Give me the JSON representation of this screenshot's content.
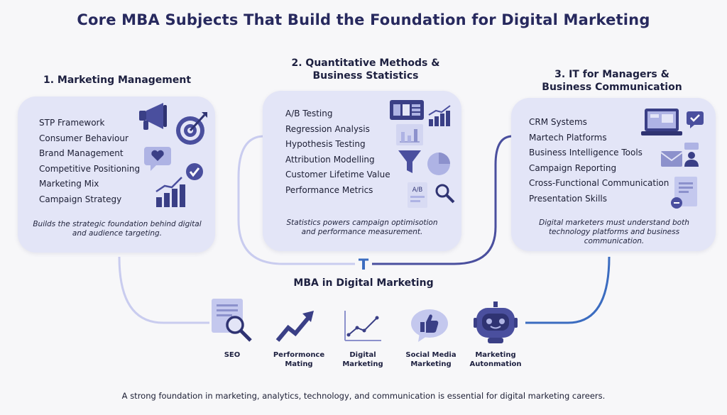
{
  "title": "Core MBA Subjects That Build the Foundation for Digital Marketing",
  "columns": [
    {
      "heading": "1. Marketing Management",
      "items": [
        "STP Framework",
        "Consumer Behaviour",
        "Brand Management",
        "Competitive Positioning",
        "Marketing Mix",
        "Campaign Strategy"
      ],
      "note": "Builds the strategic foundation behind digital and audience targeting.",
      "icons": [
        "megaphone-icon",
        "target-icon",
        "heart-chat-icon",
        "checkmark-icon",
        "growth-chart-icon"
      ]
    },
    {
      "heading": "2. Quantitative Methods & Business Statistics",
      "items": [
        "A/B Testing",
        "Regression Analysis",
        "Hypothesis Testing",
        "Attribution Modelling",
        "Customer Lifetime Value",
        "Performance Metrics"
      ],
      "note": "Statistics powers campaign optimisotion and performance measurement.",
      "icons": [
        "dashboard-icon",
        "bar-chart-icon",
        "data-chart-icon",
        "funnel-icon",
        "pie-chart-icon",
        "ab-test-icon",
        "magnifier-icon"
      ],
      "ab_label": "A/B"
    },
    {
      "heading": "3. IT for Managers & Business Communication",
      "items": [
        "CRM Systems",
        "Martech Platforms",
        "Business Intelligence Tools",
        "Campaign Reporting",
        "Cross-Functional Communication",
        "Presentation Skills"
      ],
      "note": "Digital marketers must understand both technology platforms and business communication.",
      "icons": [
        "laptop-icon",
        "check-chat-icon",
        "email-icon",
        "person-icon",
        "document-icon"
      ]
    }
  ],
  "hub": {
    "letter": "T",
    "label": "MBA in Digital Marketing"
  },
  "applications": [
    {
      "label": "SEO",
      "icon": "seo-search-icon"
    },
    {
      "label": "Performonce Mating",
      "icon": "trend-arrow-icon"
    },
    {
      "label": "Digital Marketing",
      "icon": "line-graph-icon"
    },
    {
      "label": "Social Media Marketing",
      "icon": "thumbs-up-icon"
    },
    {
      "label": "Marketing Autonmation",
      "icon": "robot-icon"
    }
  ],
  "footer": "A strong foundation in marketing, analytics, technology, and communication is essential for digital marketing careers.",
  "colors": {
    "title": "#27295e",
    "card": "#e3e5f7",
    "accent": "#4a4f9e",
    "connector_light": "#c9ccef",
    "connector_blue": "#3b6cc0"
  }
}
